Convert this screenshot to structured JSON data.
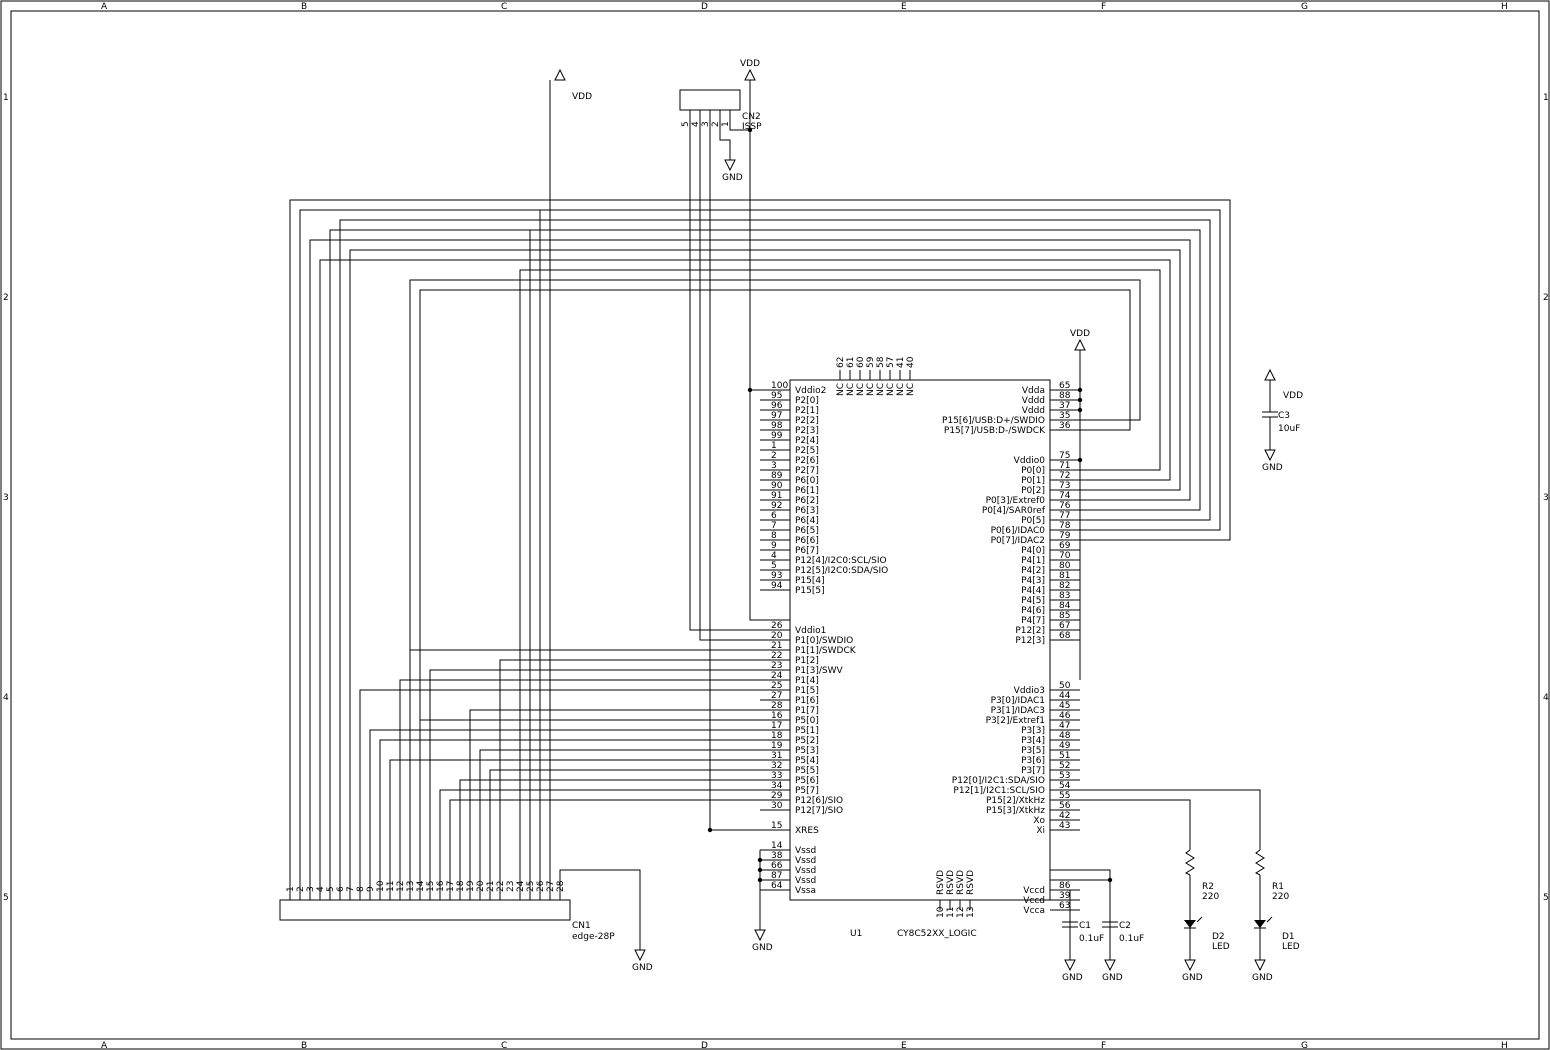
{
  "frame": {
    "cols": [
      "A",
      "B",
      "C",
      "D",
      "E",
      "F",
      "G",
      "H"
    ],
    "rows": [
      "1",
      "2",
      "3",
      "4",
      "5"
    ]
  },
  "u1": {
    "ref": "U1",
    "value": "CY8C52XX_LOGIC",
    "left": [
      [
        "100",
        "Vddio2"
      ],
      [
        "95",
        "P2[0]"
      ],
      [
        "96",
        "P2[1]"
      ],
      [
        "97",
        "P2[2]"
      ],
      [
        "98",
        "P2[3]"
      ],
      [
        "99",
        "P2[4]"
      ],
      [
        "1",
        "P2[5]"
      ],
      [
        "2",
        "P2[6]"
      ],
      [
        "3",
        "P2[7]"
      ],
      [
        "89",
        "P6[0]"
      ],
      [
        "90",
        "P6[1]"
      ],
      [
        "91",
        "P6[2]"
      ],
      [
        "92",
        "P6[3]"
      ],
      [
        "6",
        "P6[4]"
      ],
      [
        "7",
        "P6[5]"
      ],
      [
        "8",
        "P6[6]"
      ],
      [
        "9",
        "P6[7]"
      ],
      [
        "4",
        "P12[4]/I2C0:SCL/SIO"
      ],
      [
        "5",
        "P12[5]/I2C0:SDA/SIO"
      ],
      [
        "93",
        "P15[4]"
      ],
      [
        "94",
        "P15[5]"
      ],
      null,
      null,
      null,
      [
        "26",
        "Vddio1"
      ],
      [
        "20",
        "P1[0]/SWDIO"
      ],
      [
        "21",
        "P1[1]/SWDCK"
      ],
      [
        "22",
        "P1[2]"
      ],
      [
        "23",
        "P1[3]/SWV"
      ],
      [
        "24",
        "P1[4]"
      ],
      [
        "25",
        "P1[5]"
      ],
      [
        "27",
        "P1[6]"
      ],
      [
        "28",
        "P1[7]"
      ],
      [
        "16",
        "P5[0]"
      ],
      [
        "17",
        "P5[1]"
      ],
      [
        "18",
        "P5[2]"
      ],
      [
        "19",
        "P5[3]"
      ],
      [
        "31",
        "P5[4]"
      ],
      [
        "32",
        "P5[5]"
      ],
      [
        "33",
        "P5[6]"
      ],
      [
        "34",
        "P5[7]"
      ],
      [
        "29",
        "P12[6]/SIO"
      ],
      [
        "30",
        "P12[7]/SIO"
      ],
      null,
      [
        "15",
        "XRES"
      ],
      null,
      [
        "14",
        "Vssd"
      ],
      [
        "38",
        "Vssd"
      ],
      [
        "66",
        "Vssd"
      ],
      [
        "87",
        "Vssd"
      ],
      [
        "64",
        "Vssa"
      ]
    ],
    "right": [
      [
        "65",
        "Vdda"
      ],
      [
        "88",
        "Vddd"
      ],
      [
        "37",
        "Vddd"
      ],
      [
        "35",
        "P15[6]/USB:D+/SWDIO"
      ],
      [
        "36",
        "P15[7]/USB:D-/SWDCK"
      ],
      null,
      null,
      [
        "75",
        "Vddio0"
      ],
      [
        "71",
        "P0[0]"
      ],
      [
        "72",
        "P0[1]"
      ],
      [
        "73",
        "P0[2]"
      ],
      [
        "74",
        "P0[3]/Extref0"
      ],
      [
        "76",
        "P0[4]/SAR0ref"
      ],
      [
        "77",
        "P0[5]"
      ],
      [
        "78",
        "P0[6]/IDAC0"
      ],
      [
        "79",
        "P0[7]/IDAC2"
      ],
      [
        "69",
        "P4[0]"
      ],
      [
        "70",
        "P4[1]"
      ],
      [
        "80",
        "P4[2]"
      ],
      [
        "81",
        "P4[3]"
      ],
      [
        "82",
        "P4[4]"
      ],
      [
        "83",
        "P4[5]"
      ],
      [
        "84",
        "P4[6]"
      ],
      [
        "85",
        "P4[7]"
      ],
      [
        "67",
        "P12[2]"
      ],
      [
        "68",
        "P12[3]"
      ],
      null,
      null,
      null,
      null,
      [
        "50",
        "Vddio3"
      ],
      [
        "44",
        "P3[0]/IDAC1"
      ],
      [
        "45",
        "P3[1]/IDAC3"
      ],
      [
        "46",
        "P3[2]/Extref1"
      ],
      [
        "47",
        "P3[3]"
      ],
      [
        "48",
        "P3[4]"
      ],
      [
        "49",
        "P3[5]"
      ],
      [
        "51",
        "P3[6]"
      ],
      [
        "52",
        "P3[7]"
      ],
      [
        "53",
        "P12[0]/I2C1:SDA/SIO"
      ],
      [
        "54",
        "P12[1]/I2C1:SCL/SIO"
      ],
      [
        "55",
        "P15[2]/XtkHz"
      ],
      [
        "56",
        "P15[3]/XtkHz"
      ],
      [
        "42",
        "Xo"
      ],
      [
        "43",
        "Xi"
      ],
      null,
      null,
      null,
      null,
      null,
      [
        "86",
        "Vccd"
      ],
      [
        "39",
        "Vccd"
      ],
      [
        "63",
        "Vcca"
      ]
    ],
    "top": [
      [
        "62",
        "NC"
      ],
      [
        "61",
        "NC"
      ],
      [
        "60",
        "NC"
      ],
      [
        "59",
        "NC"
      ],
      [
        "58",
        "NC"
      ],
      [
        "57",
        "NC"
      ],
      [
        "41",
        "NC"
      ],
      [
        "40",
        "NC"
      ]
    ],
    "bottom": [
      [
        "10",
        "RSVD"
      ],
      [
        "11",
        "RSVD"
      ],
      [
        "12",
        "RSVD"
      ],
      [
        "13",
        "RSVD"
      ]
    ]
  },
  "cn1": {
    "ref": "CN1",
    "value": "edge-28P",
    "pins": [
      "1",
      "2",
      "3",
      "4",
      "5",
      "6",
      "7",
      "8",
      "9",
      "10",
      "11",
      "12",
      "13",
      "14",
      "15",
      "16",
      "17",
      "18",
      "19",
      "20",
      "21",
      "22",
      "23",
      "24",
      "25",
      "26",
      "27",
      "28"
    ]
  },
  "cn2": {
    "ref": "CN2",
    "value": "ISSP",
    "pins": [
      "5",
      "4",
      "3",
      "2",
      "1"
    ]
  },
  "parts": {
    "c1": {
      "ref": "C1",
      "value": "0.1uF"
    },
    "c2": {
      "ref": "C2",
      "value": "0.1uF"
    },
    "c3": {
      "ref": "C3",
      "value": "10uF"
    },
    "r1": {
      "ref": "R1",
      "value": "220"
    },
    "r2": {
      "ref": "R2",
      "value": "220"
    },
    "d1": {
      "ref": "D1",
      "value": "LED"
    },
    "d2": {
      "ref": "D2",
      "value": "LED"
    }
  },
  "nets": {
    "vdd": "VDD",
    "gnd": "GND"
  }
}
